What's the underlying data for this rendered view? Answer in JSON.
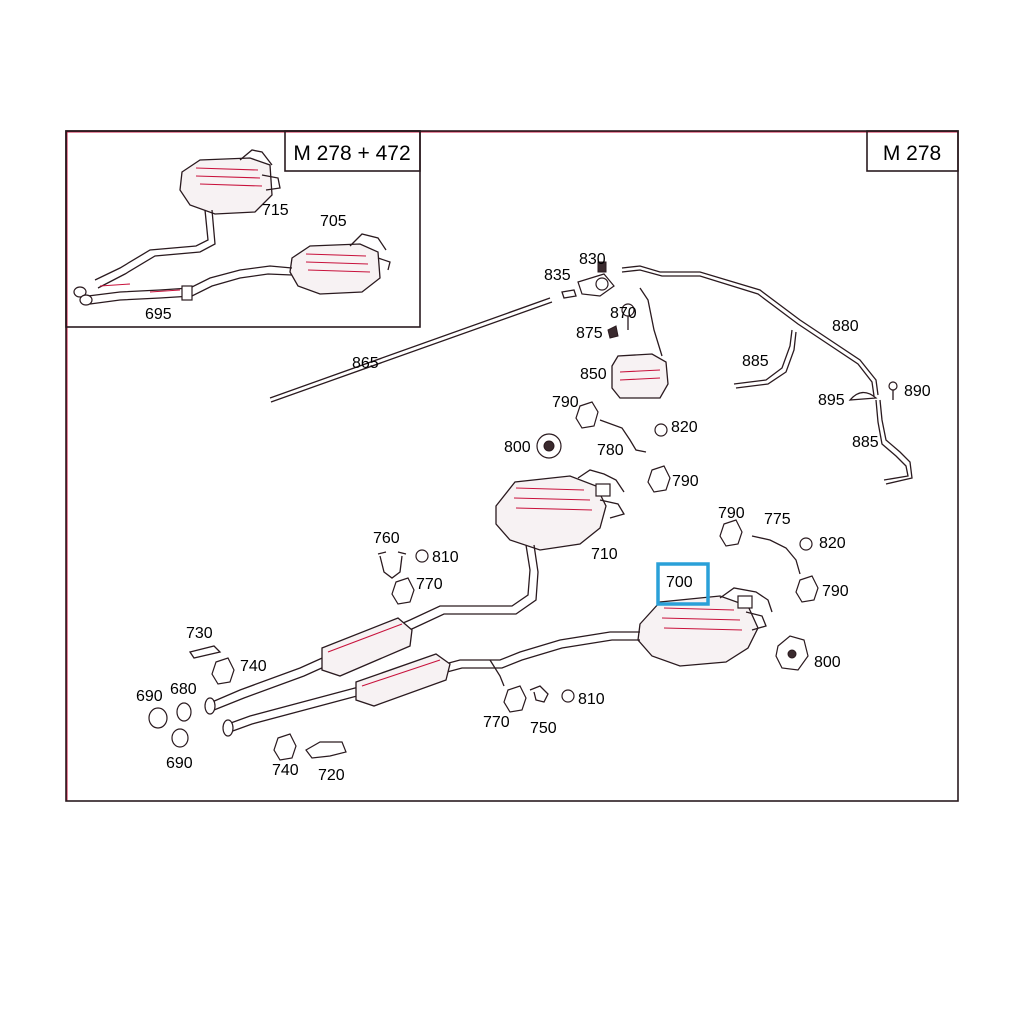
{
  "variants": {
    "main": "M 278",
    "inset": "M 278 + 472"
  },
  "highlighted_part": "700",
  "labels": {
    "p715": "715",
    "p705": "705",
    "p695": "695",
    "p830": "830",
    "p835": "835",
    "p870": "870",
    "p875": "875",
    "p880": "880",
    "p865": "865",
    "p850": "850",
    "p885a": "885",
    "p885b": "885",
    "p895": "895",
    "p890": "890",
    "p790a": "790",
    "p820a": "820",
    "p780": "780",
    "p800a": "800",
    "p790b": "790",
    "p710": "710",
    "p790c": "790",
    "p775": "775",
    "p820b": "820",
    "p790d": "790",
    "p760": "760",
    "p810a": "810",
    "p770a": "770",
    "p700": "700",
    "p800b": "800",
    "p730": "730",
    "p740a": "740",
    "p690a": "690",
    "p680": "680",
    "p690b": "690",
    "p810b": "810",
    "p770b": "770",
    "p750": "750",
    "p740b": "740",
    "p720": "720"
  },
  "colors": {
    "line": "#2a1a1f",
    "accent_red": "#c8123c",
    "highlight": "#2aa0d8"
  }
}
